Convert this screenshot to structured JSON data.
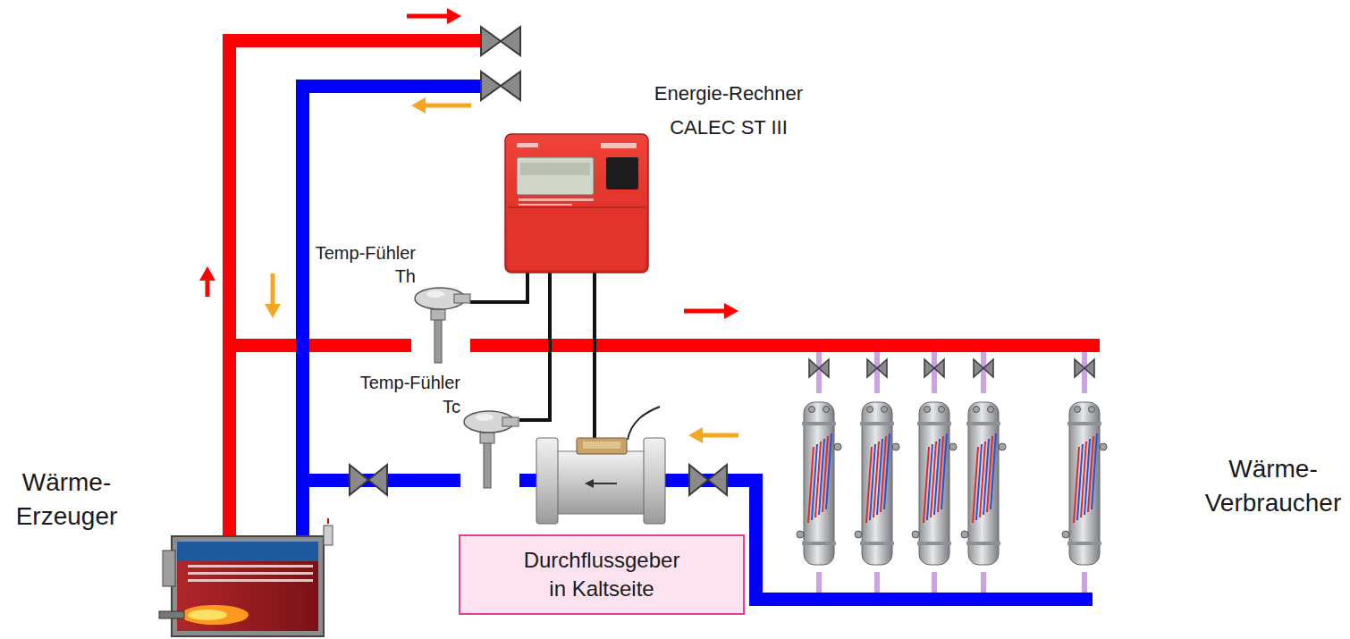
{
  "diagram": {
    "nodes": [
      {
        "text": [
          "Durchflussgeber in Kaltseite"
        ]
      }
    ],
    "labels": [
      "Energie-Rechner CALEC ST III",
      "Temp-Fühler Th",
      "Temp-Fühler Tc",
      "Wärme- Erzeuger",
      "Wärme- Verbraucher"
    ]
  }
}
